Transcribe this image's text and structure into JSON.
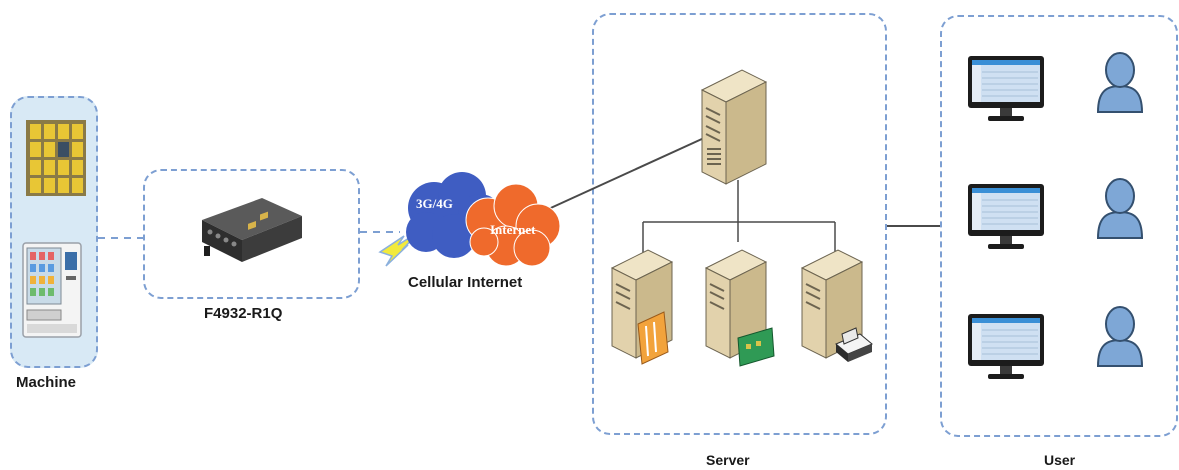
{
  "labels": {
    "machine": "Machine",
    "router": "F4932-R1Q",
    "cellular": "Cellular Internet",
    "server": "Server",
    "user": "User"
  },
  "cloud": {
    "network_label": "3G/4G",
    "internet_label": "Internet"
  },
  "colors": {
    "zone_border": "#7d9fd2",
    "machine_zone_fill": "#d8e9f5",
    "cloud_blue": "#3f5dc2",
    "cloud_orange": "#ef6a2c",
    "server_body": "#e2d2ac",
    "avatar": "#7ea7d6",
    "monitor_screen": "#cfe0f2"
  },
  "icons": {
    "locker": "locker-icon",
    "vending_machine": "vending-machine-icon",
    "router": "router-device-icon",
    "clouds": "cloud-icon",
    "wireless": "lightning-wireless-icon",
    "main_server": "server-tower-icon",
    "app_servers": [
      "server-with-storage-icon",
      "server-with-card-icon",
      "server-with-printer-icon"
    ],
    "monitors": [
      "monitor-icon",
      "monitor-icon",
      "monitor-icon"
    ],
    "users": [
      "user-avatar-icon",
      "user-avatar-icon",
      "user-avatar-icon"
    ]
  }
}
